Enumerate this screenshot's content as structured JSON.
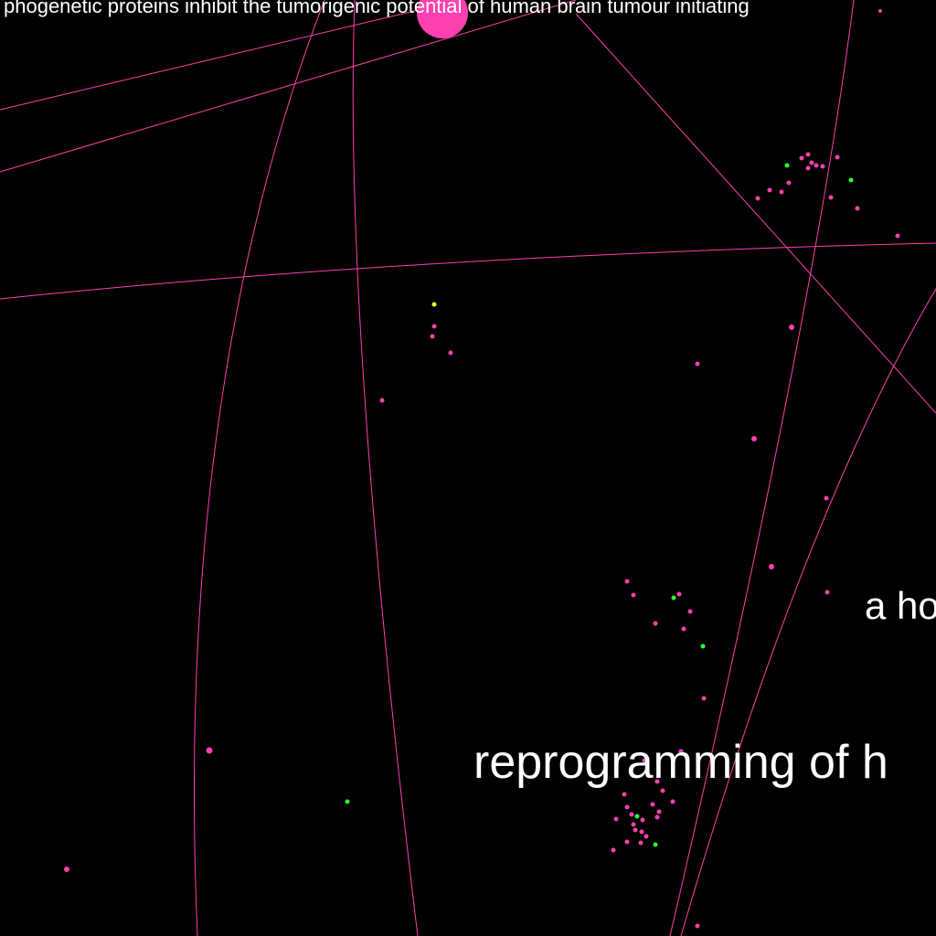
{
  "map": {
    "labels": {
      "top": "phogenetic proteins inhibit the tumorigenic potential of human brain tumour initiating",
      "middle": "a ho",
      "large": "reprogramming of h"
    },
    "colors": {
      "background": "#000000",
      "edge": "#ff40b0",
      "node": "#ff40b0",
      "node_highlight": "#33ff33",
      "node_special": "#ffff33",
      "text": "#ffffff"
    },
    "legend": []
  }
}
